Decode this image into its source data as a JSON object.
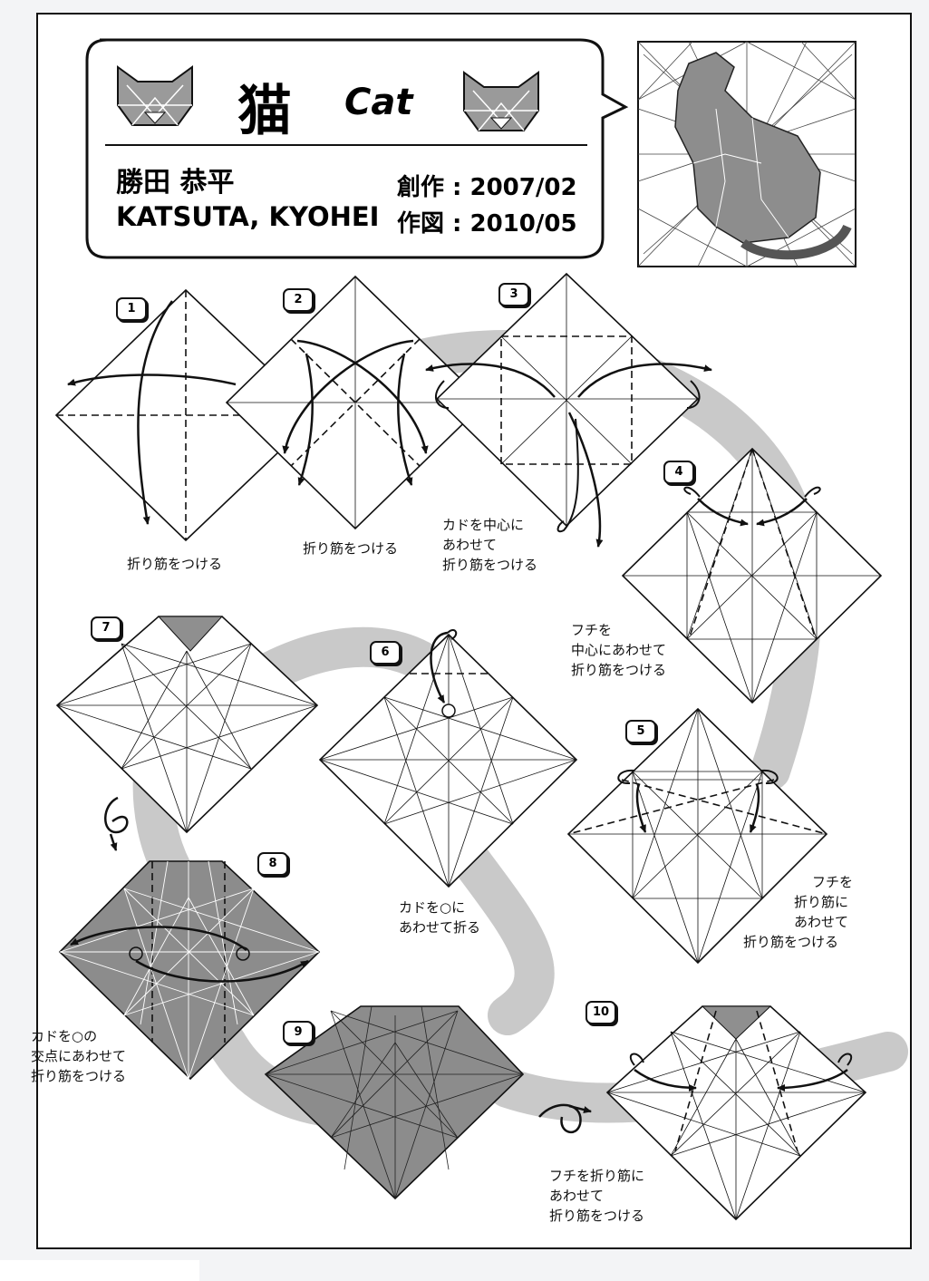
{
  "header": {
    "title_jp": "猫",
    "title_en": "Cat",
    "author_jp": "勝田 恭平",
    "author_en": "KATSUTA, KYOHEI",
    "created_label": "創作 : 2007/02",
    "drawn_label": "作図 : 2010/05"
  },
  "steps": [
    {
      "number": "1",
      "caption": [
        "折り筋をつける"
      ]
    },
    {
      "number": "2",
      "caption": [
        "折り筋をつける"
      ]
    },
    {
      "number": "3",
      "caption": [
        "カドを中心に",
        "あわせて",
        "折り筋をつける"
      ]
    },
    {
      "number": "4",
      "caption": [
        "フチを",
        "中心にあわせて",
        "折り筋をつける"
      ]
    },
    {
      "number": "5",
      "caption": [
        "フチを",
        "折り筋に",
        "あわせて",
        "折り筋をつける"
      ]
    },
    {
      "number": "6",
      "caption": [
        "カドを○に",
        "あわせて折る"
      ]
    },
    {
      "number": "7",
      "caption": []
    },
    {
      "number": "8",
      "caption": [
        "カドを○の",
        "交点にあわせて",
        "折り筋をつける"
      ]
    },
    {
      "number": "9",
      "caption": []
    },
    {
      "number": "10",
      "caption": [
        "フチを折り筋に",
        "あわせて",
        "折り筋をつける"
      ]
    }
  ],
  "colors": {
    "paper_white": "#ffffff",
    "paper_colored": "#8c8c8c",
    "flow_band": "#c9c9c9",
    "ink": "#111111"
  }
}
